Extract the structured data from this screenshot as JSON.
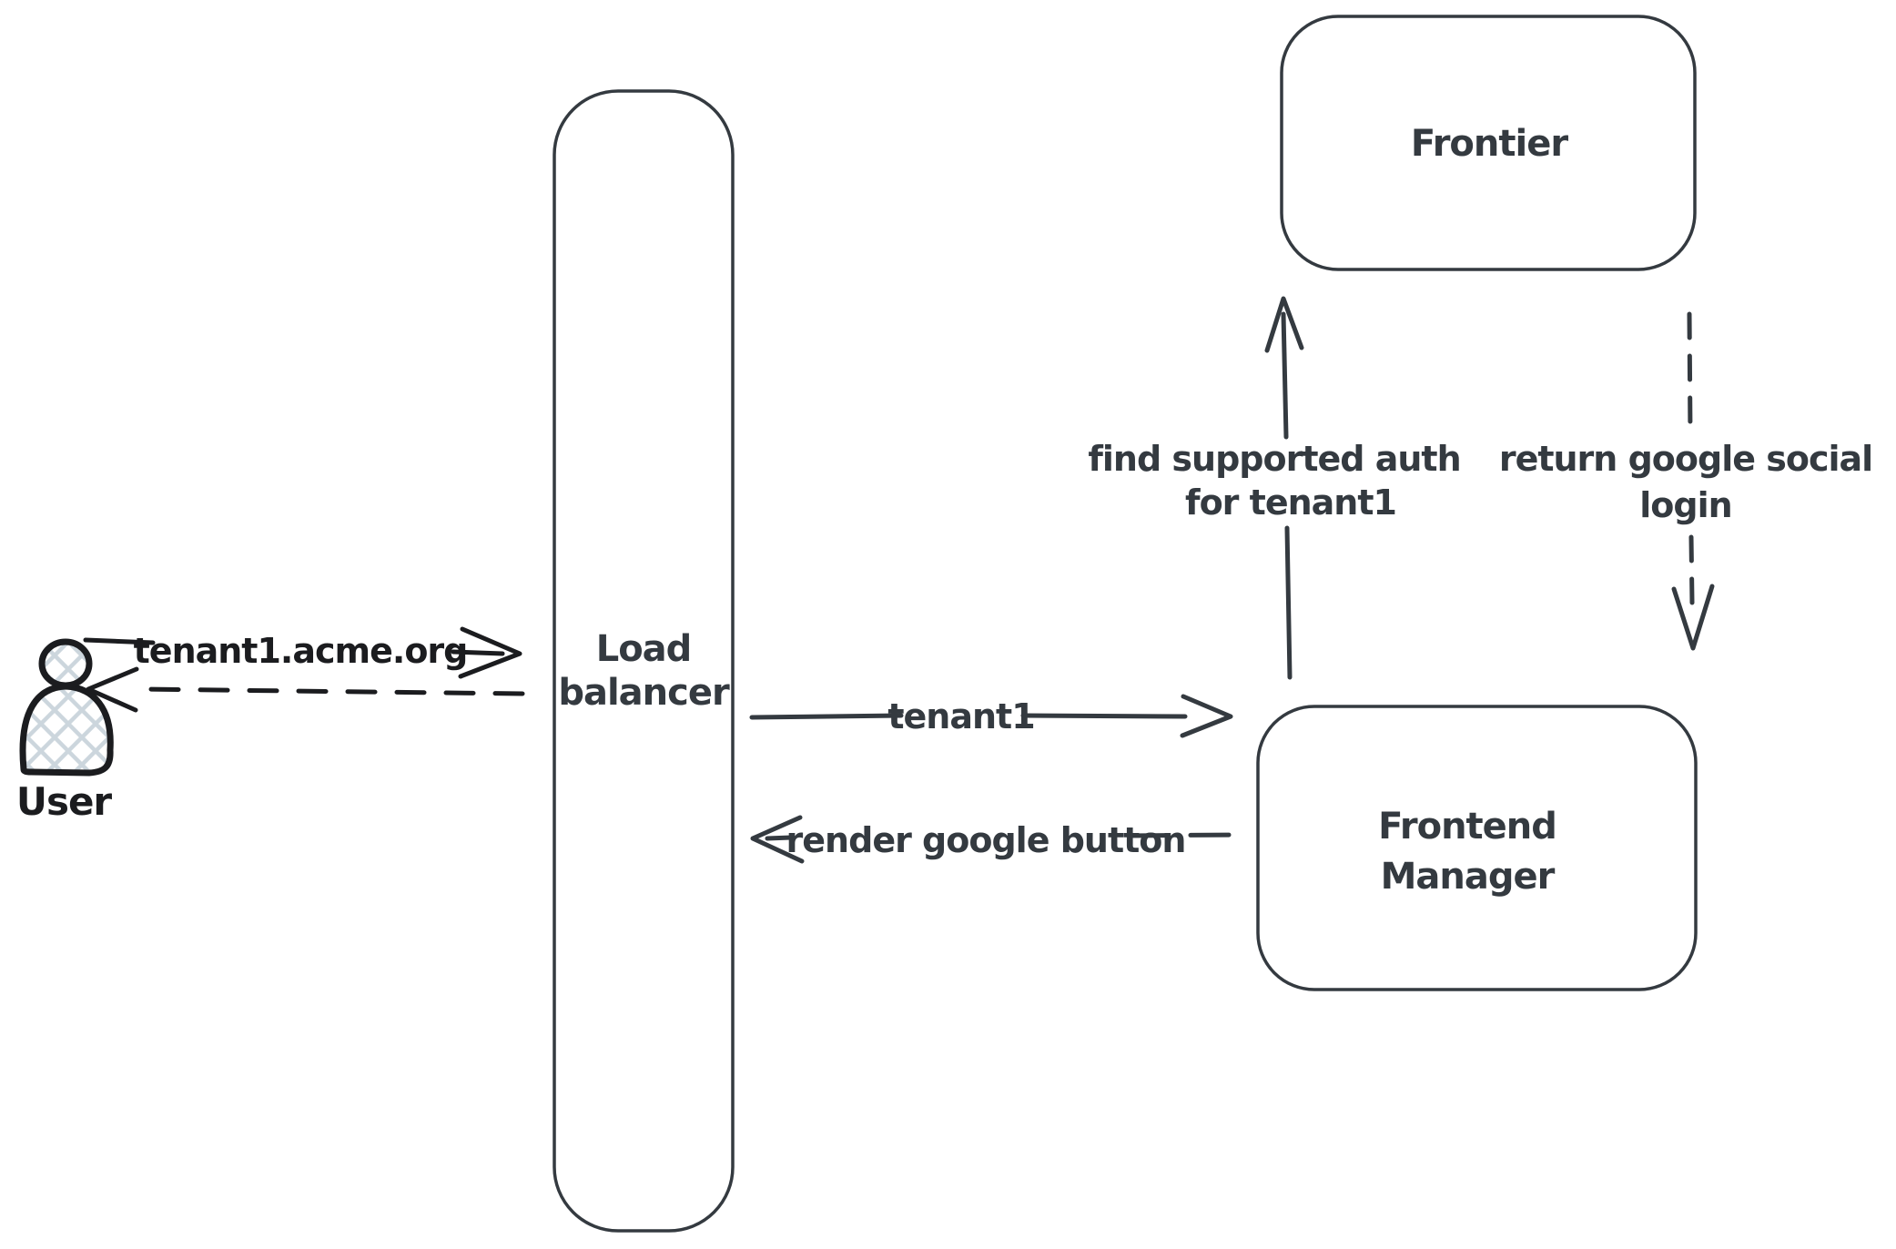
{
  "nodes": {
    "user": {
      "label": "User"
    },
    "load_balancer": {
      "lines": [
        "Load",
        "balancer"
      ]
    },
    "frontier": {
      "label": "Frontier"
    },
    "frontend_manager": {
      "lines": [
        "Frontend",
        "Manager"
      ]
    }
  },
  "edges": {
    "request": {
      "label": "tenant1.acme.org",
      "style": "solid",
      "direction": "right"
    },
    "response": {
      "style": "dashed",
      "direction": "left"
    },
    "tenant1": {
      "label": "tenant1",
      "style": "solid",
      "direction": "right"
    },
    "render_button": {
      "label": "render google button",
      "style": "dashed",
      "direction": "left"
    },
    "find_auth": {
      "lines": [
        "find supported auth",
        "for tenant1"
      ],
      "style": "solid",
      "direction": "up"
    },
    "return_login": {
      "lines": [
        "return google social",
        "login"
      ],
      "style": "dashed",
      "direction": "down"
    }
  },
  "colors": {
    "ink": "#1b1c1f",
    "slate": "#343a40",
    "hatch": "#ccd6dd",
    "background": "#ffffff"
  }
}
